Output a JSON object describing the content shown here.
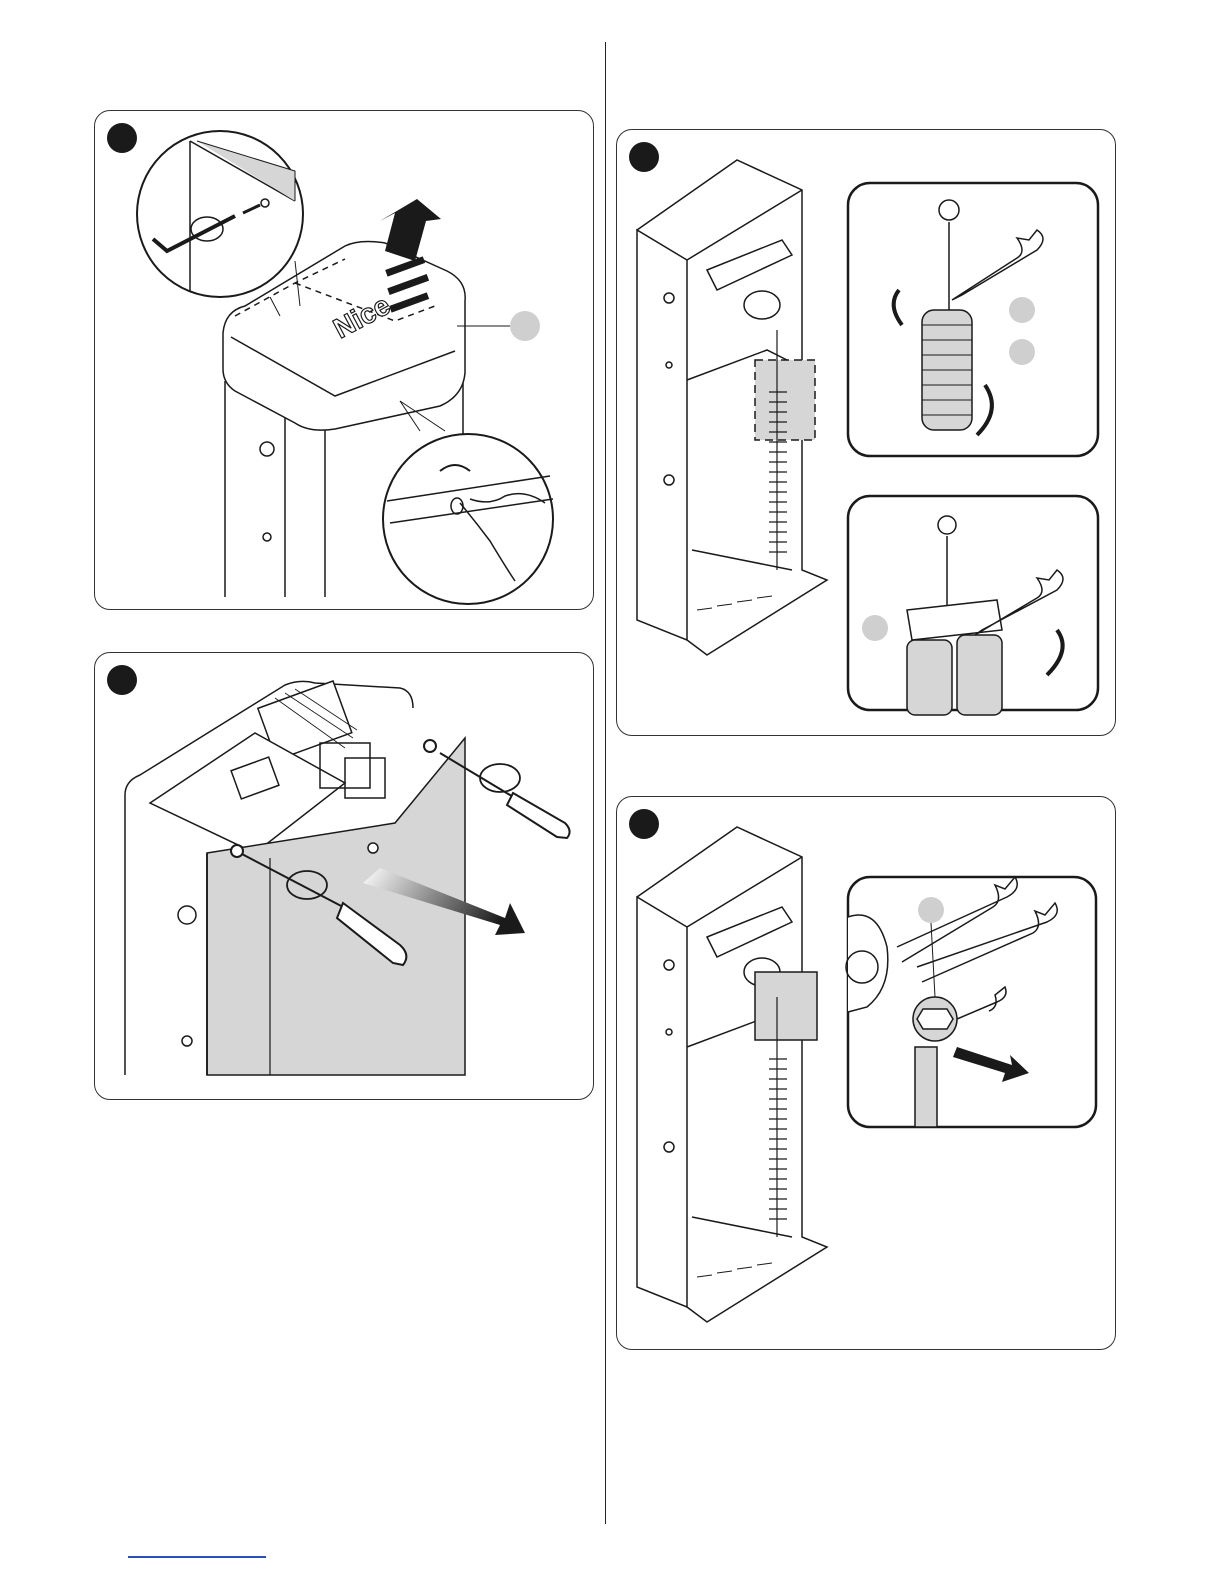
{
  "figures": [
    {
      "id": "fig-a",
      "logo_text": "Nice"
    },
    {
      "id": "fig-b"
    },
    {
      "id": "fig-c"
    },
    {
      "id": "fig-d"
    }
  ],
  "colors": {
    "line": "#1a1a1a",
    "shade": "#d6d6d6",
    "callout": "#cfcfcf",
    "link": "#2b4fbf"
  }
}
